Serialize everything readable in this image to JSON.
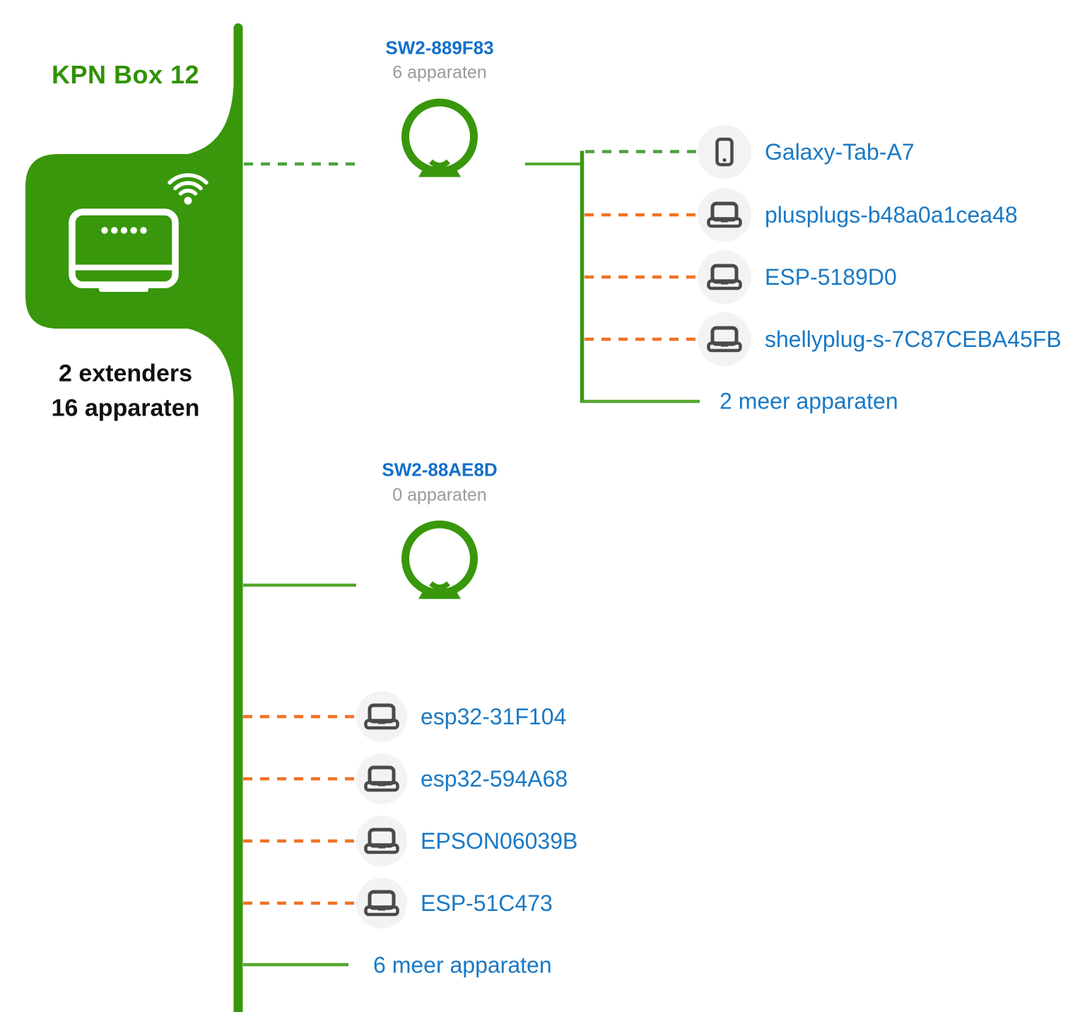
{
  "router": {
    "title": "KPN Box 12",
    "extenders_count_label": "2 extenders",
    "devices_count_label": "16 apparaten",
    "icon": "router-icon",
    "wifi_icon": "wifi-icon"
  },
  "extenders": [
    {
      "name": "SW2-889F83",
      "devices_count_label": "6 apparaten",
      "icon": "extender-icon",
      "connection_to_router": "green-dashed",
      "devices": [
        {
          "label": "Galaxy-Tab-A7",
          "icon": "tablet-icon",
          "connection": "green-dashed"
        },
        {
          "label": "plusplugs-b48a0a1cea48",
          "icon": "laptop-icon",
          "connection": "orange-dashed"
        },
        {
          "label": "ESP-5189D0",
          "icon": "laptop-icon",
          "connection": "orange-dashed"
        },
        {
          "label": "shellyplug-s-7C87CEBA45FB",
          "icon": "laptop-icon",
          "connection": "orange-dashed"
        }
      ],
      "more_devices_label": "2 meer apparaten"
    },
    {
      "name": "SW2-88AE8D",
      "devices_count_label": "0 apparaten",
      "icon": "extender-icon",
      "connection_to_router": "green-solid"
    }
  ],
  "router_devices": [
    {
      "label": "esp32-31F104",
      "icon": "laptop-icon",
      "connection": "orange-dashed"
    },
    {
      "label": "esp32-594A68",
      "icon": "laptop-icon",
      "connection": "orange-dashed"
    },
    {
      "label": "EPSON06039B",
      "icon": "laptop-icon",
      "connection": "orange-dashed"
    },
    {
      "label": "ESP-51C473",
      "icon": "laptop-icon",
      "connection": "orange-dashed"
    }
  ],
  "router_more_devices_label": "6 meer apparaten",
  "colors": {
    "kpn_green": "#38970B",
    "connector_green": "#55A72E",
    "dash_green": "#4AA33B",
    "dash_orange": "#F07323",
    "link_blue": "#1979C5",
    "muted_gray": "#9A9A9A",
    "icon_gray": "#4A4A4A",
    "icon_circle_bg": "#F3F3F3"
  }
}
